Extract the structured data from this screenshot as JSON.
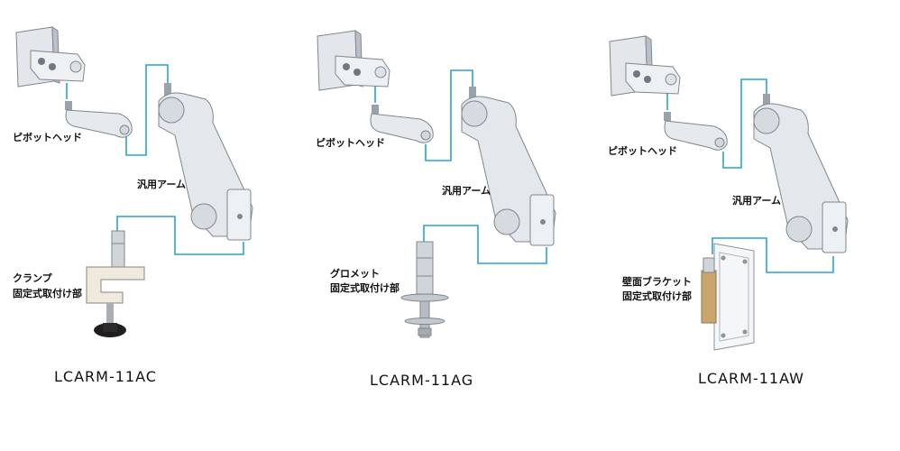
{
  "colors": {
    "connector": "#2aa3d0",
    "metal_light": "#eaedf0",
    "metal_mid": "#c9cfd5",
    "metal_dark": "#8b939b",
    "knob": "#1f1f1f"
  },
  "figures": [
    {
      "model": "LCARM-11AC",
      "pivot_label": "ピボットヘッド",
      "arm_label": "汎用アーム",
      "mount_label_1": "クランプ",
      "mount_label_2": "固定式取付け部",
      "mount_type": "clamp"
    },
    {
      "model": "LCARM-11AG",
      "pivot_label": "ピボットヘッド",
      "arm_label": "汎用アーム",
      "mount_label_1": "グロメット",
      "mount_label_2": "固定式取付け部",
      "mount_type": "grommet"
    },
    {
      "model": "LCARM-11AW",
      "pivot_label": "ピボットヘッド",
      "arm_label": "汎用アーム",
      "mount_label_1": "壁面ブラケット",
      "mount_label_2": "固定式取付け部",
      "mount_type": "wall-bracket"
    }
  ]
}
